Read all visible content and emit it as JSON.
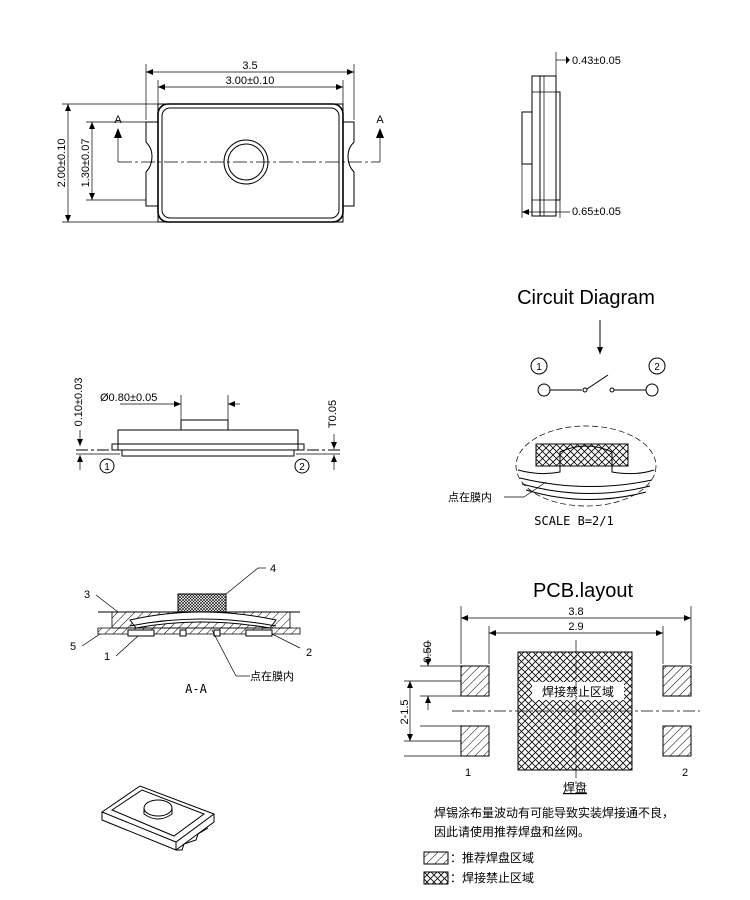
{
  "top_view": {
    "dim_total_width": "3.5",
    "dim_body_width": "3.00±0.10",
    "dim_total_height": "2.00±0.10",
    "dim_inner_height": "1.30±0.07",
    "section_mark_left": "A",
    "section_mark_right": "A"
  },
  "side_view": {
    "dim_top": "0.43±0.05",
    "dim_bottom": "0.65±0.05"
  },
  "front_view": {
    "dim_actuator": "Ø0.80±0.05",
    "dim_lead": "0.10±0.03",
    "dim_thickness": "T0.05",
    "pin1": "1",
    "pin2": "2"
  },
  "circuit": {
    "title": "Circuit Diagram",
    "pin1": "1",
    "pin2": "2",
    "callout": "点在膜内",
    "scale": "SCALE B=2/1"
  },
  "section_view": {
    "callout_1": "1",
    "callout_2": "2",
    "callout_3": "3",
    "callout_4": "4",
    "callout_5": "5",
    "callout_dot": "点在膜内",
    "label": "A-A"
  },
  "pcb": {
    "title": "PCB.layout",
    "dim_outer": "3.8",
    "dim_inner": "2.9",
    "dim_pad": "0.50",
    "dim_pitch": "2-1.5",
    "keepout_label": "焊接禁止区域",
    "pin1": "1",
    "pin2": "2",
    "pad_label": "焊盘",
    "note_line1": "焊锡涂布量波动有可能导致实装焊接通不良，",
    "note_line2": "因此请使用推荐焊盘和丝网。",
    "legend_pad": "：推荐焊盘区域",
    "legend_keepout": "：焊接禁止区域"
  }
}
